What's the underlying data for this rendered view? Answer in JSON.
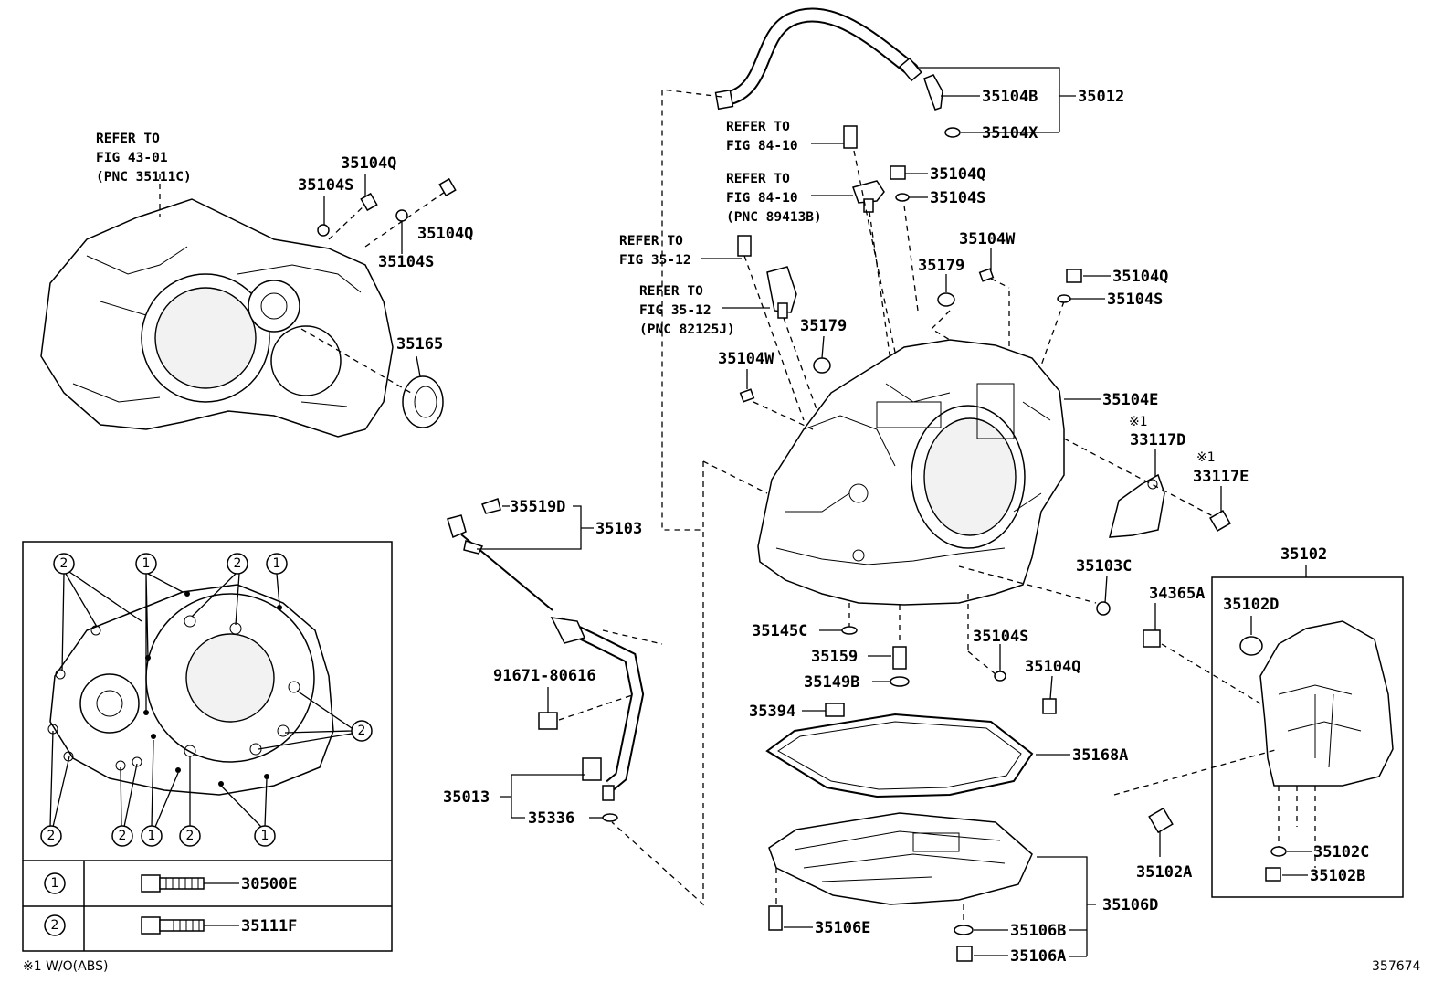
{
  "diagram_id": "357674",
  "footnote": "※1 W/O(ABS)",
  "references": {
    "ref_43_01": [
      "REFER TO",
      "FIG 43-01",
      "(PNC 35111C)"
    ],
    "ref_84_10_a": [
      "REFER TO",
      "FIG 84-10"
    ],
    "ref_84_10_b": [
      "REFER TO",
      "FIG 84-10",
      "(PNC 89413B)"
    ],
    "ref_35_12_a": [
      "REFER TO",
      "FIG 35-12"
    ],
    "ref_35_12_b": [
      "REFER TO",
      "FIG 35-12",
      "(PNC 82125J)"
    ]
  },
  "mark_note": "※1",
  "parts": {
    "p35104Q_a": "35104Q",
    "p35104S_a": "35104S",
    "p35104Q_b": "35104Q",
    "p35104S_b": "35104S",
    "p35165": "35165",
    "p35104B": "35104B",
    "p35012": "35012",
    "p35104X": "35104X",
    "p35104Q_c": "35104Q",
    "p35104S_c": "35104S",
    "p35104W_a": "35104W",
    "p35179_a": "35179",
    "p35104Q_d": "35104Q",
    "p35104S_d": "35104S",
    "p35179_b": "35179",
    "p35104W_b": "35104W",
    "p35104E": "35104E",
    "p33117D": "33117D",
    "p33117E": "33117E",
    "p35519D": "35519D",
    "p35103": "35103",
    "p35103C": "35103C",
    "p34365A": "34365A",
    "p35102": "35102",
    "p35102D": "35102D",
    "p35145C": "35145C",
    "p35104S_e": "35104S",
    "p35104Q_e": "35104Q",
    "p35159": "35159",
    "p35149B": "35149B",
    "p91671": "91671-80616",
    "p35394": "35394",
    "p35168A": "35168A",
    "p35013": "35013",
    "p35336": "35336",
    "p35102A": "35102A",
    "p35102C": "35102C",
    "p35102B": "35102B",
    "p35106D": "35106D",
    "p35106E": "35106E",
    "p35106B": "35106B",
    "p35106A": "35106A"
  },
  "bolt_table": {
    "rows": [
      {
        "mark": "1",
        "part": "30500E"
      },
      {
        "mark": "2",
        "part": "35111F"
      }
    ]
  },
  "inset_marks": {
    "one": "1",
    "two": "2"
  }
}
